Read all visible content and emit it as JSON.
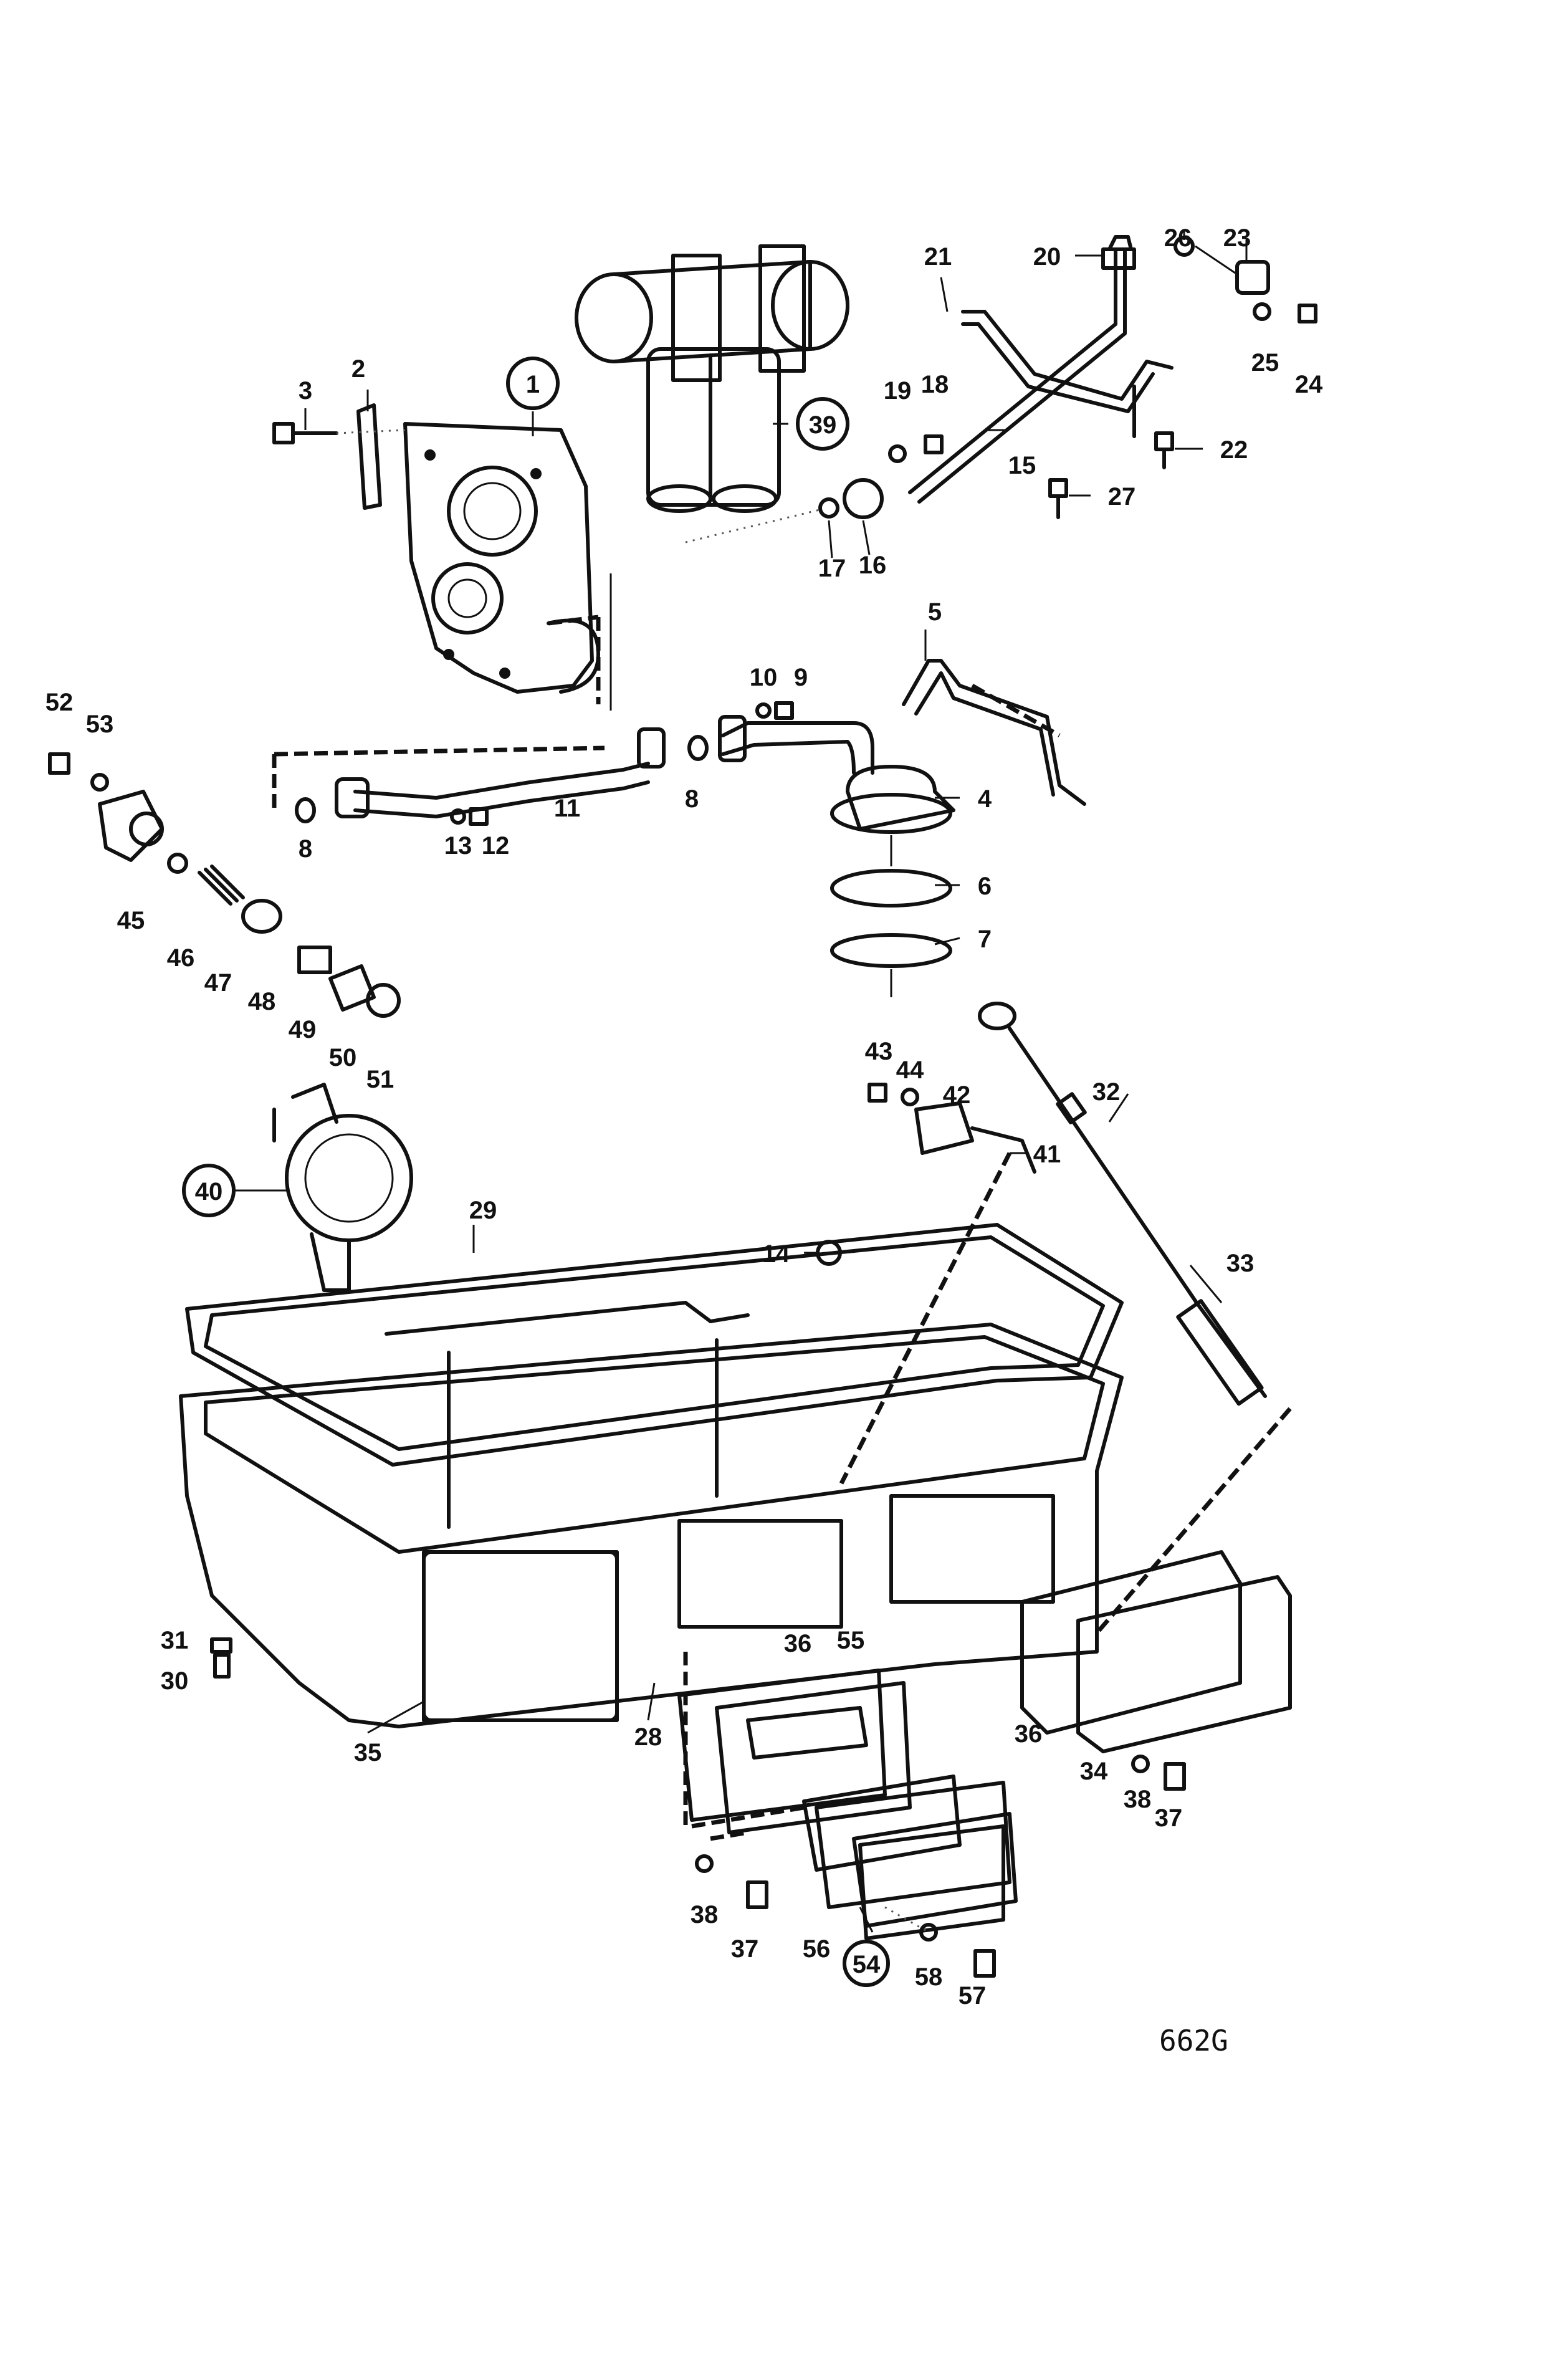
{
  "callouts": {
    "c1": "1",
    "c2": "2",
    "c3": "3",
    "c4": "4",
    "c5": "5",
    "c6": "6",
    "c7": "7",
    "c8a": "8",
    "c8b": "8",
    "c9": "9",
    "c10": "10",
    "c11": "11",
    "c12": "12",
    "c13": "13",
    "c14": "14",
    "c15": "15",
    "c16": "16",
    "c17": "17",
    "c18": "18",
    "c19": "19",
    "c20": "20",
    "c21": "21",
    "c22": "22",
    "c23": "23",
    "c24": "24",
    "c25": "25",
    "c26": "26",
    "c27": "27",
    "c28": "28",
    "c29": "29",
    "c30": "30",
    "c31": "31",
    "c32": "32",
    "c33": "33",
    "c34": "34",
    "c35": "35",
    "c36a": "36",
    "c36b": "36",
    "c37a": "37",
    "c37b": "37",
    "c38a": "38",
    "c38b": "38",
    "c39": "39",
    "c40": "40",
    "c41": "41",
    "c42": "42",
    "c43": "43",
    "c44": "44",
    "c45": "45",
    "c46": "46",
    "c47": "47",
    "c48": "48",
    "c49": "49",
    "c50": "50",
    "c51": "51",
    "c52": "52",
    "c53": "53",
    "c54": "54",
    "c55": "55",
    "c56": "56",
    "c57": "57",
    "c58": "58"
  },
  "drawing_ref": "662G"
}
